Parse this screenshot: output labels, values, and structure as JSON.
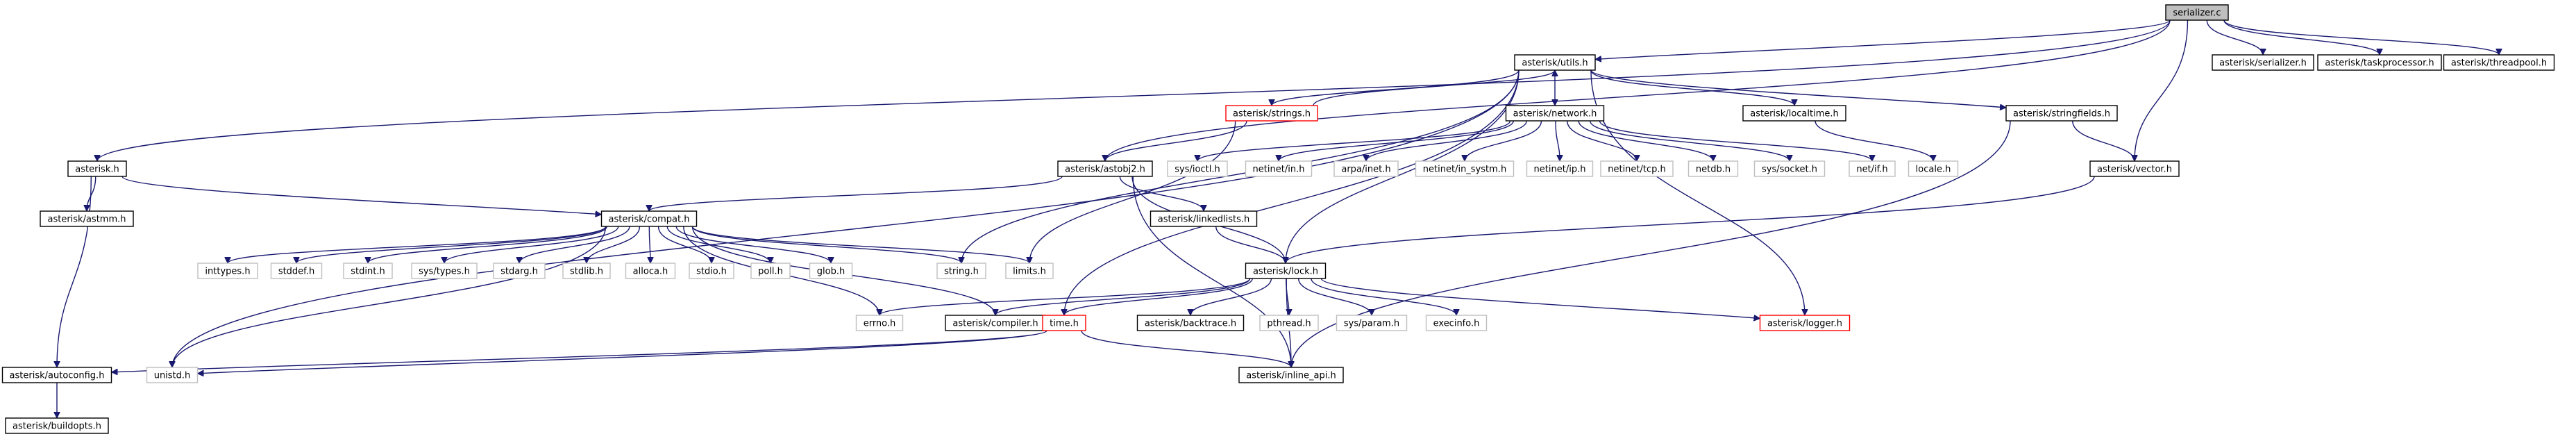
{
  "diagram": {
    "title": "",
    "nodes": [
      {
        "id": "serializer_c",
        "label": "serializer.c",
        "style": "root"
      },
      {
        "id": "utils_h",
        "label": "asterisk/utils.h",
        "style": "doc"
      },
      {
        "id": "ast_serializer_h",
        "label": "asterisk/serializer.h",
        "style": "doc"
      },
      {
        "id": "taskprocessor_h",
        "label": "asterisk/taskprocessor.h",
        "style": "doc"
      },
      {
        "id": "threadpool_h",
        "label": "asterisk/threadpool.h",
        "style": "doc"
      },
      {
        "id": "strings_h",
        "label": "asterisk/strings.h",
        "style": "trunc"
      },
      {
        "id": "network_h",
        "label": "asterisk/network.h",
        "style": "doc"
      },
      {
        "id": "localtime_h",
        "label": "asterisk/localtime.h",
        "style": "doc"
      },
      {
        "id": "stringfields_h",
        "label": "asterisk/stringfields.h",
        "style": "doc"
      },
      {
        "id": "asterisk_h",
        "label": "asterisk.h",
        "style": "doc"
      },
      {
        "id": "astobj2_h",
        "label": "asterisk/astobj2.h",
        "style": "doc"
      },
      {
        "id": "sys_ioctl_h",
        "label": "sys/ioctl.h",
        "style": "sys"
      },
      {
        "id": "netinet_in_h",
        "label": "netinet/in.h",
        "style": "sys"
      },
      {
        "id": "arpa_inet_h",
        "label": "arpa/inet.h",
        "style": "sys"
      },
      {
        "id": "netinet_in_systm_h",
        "label": "netinet/in_systm.h",
        "style": "sys"
      },
      {
        "id": "netinet_ip_h",
        "label": "netinet/ip.h",
        "style": "sys"
      },
      {
        "id": "netinet_tcp_h",
        "label": "netinet/tcp.h",
        "style": "sys"
      },
      {
        "id": "netdb_h",
        "label": "netdb.h",
        "style": "sys"
      },
      {
        "id": "sys_socket_h",
        "label": "sys/socket.h",
        "style": "sys"
      },
      {
        "id": "net_if_h",
        "label": "net/if.h",
        "style": "sys"
      },
      {
        "id": "locale_h",
        "label": "locale.h",
        "style": "sys"
      },
      {
        "id": "vector_h",
        "label": "asterisk/vector.h",
        "style": "doc"
      },
      {
        "id": "astmm_h",
        "label": "asterisk/astmm.h",
        "style": "doc"
      },
      {
        "id": "compat_h",
        "label": "asterisk/compat.h",
        "style": "doc"
      },
      {
        "id": "linkedlists_h",
        "label": "asterisk/linkedlists.h",
        "style": "doc"
      },
      {
        "id": "inttypes_h",
        "label": "inttypes.h",
        "style": "sys"
      },
      {
        "id": "stddef_h",
        "label": "stddef.h",
        "style": "sys"
      },
      {
        "id": "stdint_h",
        "label": "stdint.h",
        "style": "sys"
      },
      {
        "id": "sys_types_h",
        "label": "sys/types.h",
        "style": "sys"
      },
      {
        "id": "stdarg_h",
        "label": "stdarg.h",
        "style": "sys"
      },
      {
        "id": "stdlib_h",
        "label": "stdlib.h",
        "style": "sys"
      },
      {
        "id": "alloca_h",
        "label": "alloca.h",
        "style": "sys"
      },
      {
        "id": "stdio_h",
        "label": "stdio.h",
        "style": "sys"
      },
      {
        "id": "poll_h",
        "label": "poll.h",
        "style": "sys"
      },
      {
        "id": "glob_h",
        "label": "glob.h",
        "style": "sys"
      },
      {
        "id": "string_h",
        "label": "string.h",
        "style": "sys"
      },
      {
        "id": "limits_h",
        "label": "limits.h",
        "style": "sys"
      },
      {
        "id": "lock_h",
        "label": "asterisk/lock.h",
        "style": "doc"
      },
      {
        "id": "errno_h",
        "label": "errno.h",
        "style": "sys"
      },
      {
        "id": "compiler_h",
        "label": "asterisk/compiler.h",
        "style": "doc"
      },
      {
        "id": "time_h",
        "label": "time.h",
        "style": "trunc"
      },
      {
        "id": "backtrace_h",
        "label": "asterisk/backtrace.h",
        "style": "doc"
      },
      {
        "id": "pthread_h",
        "label": "pthread.h",
        "style": "sys"
      },
      {
        "id": "sys_param_h",
        "label": "sys/param.h",
        "style": "sys"
      },
      {
        "id": "execinfo_h",
        "label": "execinfo.h",
        "style": "sys"
      },
      {
        "id": "logger_h",
        "label": "asterisk/logger.h",
        "style": "trunc"
      },
      {
        "id": "autoconfig_h",
        "label": "asterisk/autoconfig.h",
        "style": "doc"
      },
      {
        "id": "unistd_h",
        "label": "unistd.h",
        "style": "sys"
      },
      {
        "id": "inline_api_h",
        "label": "asterisk/inline_api.h",
        "style": "doc"
      },
      {
        "id": "buildopts_h",
        "label": "asterisk/buildopts.h",
        "style": "doc"
      }
    ],
    "edges": [
      [
        "serializer_c",
        "utils_h"
      ],
      [
        "serializer_c",
        "ast_serializer_h"
      ],
      [
        "serializer_c",
        "taskprocessor_h"
      ],
      [
        "serializer_c",
        "threadpool_h"
      ],
      [
        "serializer_c",
        "asterisk_h"
      ],
      [
        "serializer_c",
        "astobj2_h"
      ],
      [
        "serializer_c",
        "vector_h"
      ],
      [
        "utils_h",
        "network_h"
      ],
      [
        "utils_h",
        "localtime_h"
      ],
      [
        "utils_h",
        "stringfields_h"
      ],
      [
        "utils_h",
        "strings_h"
      ],
      [
        "utils_h",
        "string_h"
      ],
      [
        "utils_h",
        "unistd_h"
      ],
      [
        "utils_h",
        "time_h"
      ],
      [
        "utils_h",
        "lock_h"
      ],
      [
        "utils_h",
        "logger_h"
      ],
      [
        "strings_h",
        "utils_h"
      ],
      [
        "strings_h",
        "astobj2_h"
      ],
      [
        "strings_h",
        "limits_h"
      ],
      [
        "network_h",
        "sys_ioctl_h"
      ],
      [
        "network_h",
        "netinet_in_h"
      ],
      [
        "network_h",
        "arpa_inet_h"
      ],
      [
        "network_h",
        "netinet_in_systm_h"
      ],
      [
        "network_h",
        "netinet_ip_h"
      ],
      [
        "network_h",
        "netinet_tcp_h"
      ],
      [
        "network_h",
        "netdb_h"
      ],
      [
        "network_h",
        "sys_socket_h"
      ],
      [
        "network_h",
        "net_if_h"
      ],
      [
        "localtime_h",
        "locale_h"
      ],
      [
        "stringfields_h",
        "vector_h"
      ],
      [
        "stringfields_h",
        "inline_api_h"
      ],
      [
        "asterisk_h",
        "astmm_h"
      ],
      [
        "asterisk_h",
        "compat_h"
      ],
      [
        "asterisk_h",
        "autoconfig_h"
      ],
      [
        "astobj2_h",
        "compat_h"
      ],
      [
        "astobj2_h",
        "linkedlists_h"
      ],
      [
        "astobj2_h",
        "lock_h"
      ],
      [
        "astobj2_h",
        "inline_api_h"
      ],
      [
        "vector_h",
        "lock_h"
      ],
      [
        "linkedlists_h",
        "lock_h"
      ],
      [
        "compat_h",
        "inttypes_h"
      ],
      [
        "compat_h",
        "stddef_h"
      ],
      [
        "compat_h",
        "stdint_h"
      ],
      [
        "compat_h",
        "sys_types_h"
      ],
      [
        "compat_h",
        "stdarg_h"
      ],
      [
        "compat_h",
        "stdlib_h"
      ],
      [
        "compat_h",
        "alloca_h"
      ],
      [
        "compat_h",
        "stdio_h"
      ],
      [
        "compat_h",
        "poll_h"
      ],
      [
        "compat_h",
        "glob_h"
      ],
      [
        "compat_h",
        "string_h"
      ],
      [
        "compat_h",
        "limits_h"
      ],
      [
        "compat_h",
        "errno_h"
      ],
      [
        "compat_h",
        "compiler_h"
      ],
      [
        "compat_h",
        "unistd_h"
      ],
      [
        "lock_h",
        "errno_h"
      ],
      [
        "lock_h",
        "compiler_h"
      ],
      [
        "lock_h",
        "time_h"
      ],
      [
        "lock_h",
        "backtrace_h"
      ],
      [
        "lock_h",
        "pthread_h"
      ],
      [
        "lock_h",
        "sys_param_h"
      ],
      [
        "lock_h",
        "execinfo_h"
      ],
      [
        "lock_h",
        "logger_h"
      ],
      [
        "lock_h",
        "inline_api_h"
      ],
      [
        "time_h",
        "autoconfig_h"
      ],
      [
        "time_h",
        "unistd_h"
      ],
      [
        "time_h",
        "inline_api_h"
      ],
      [
        "autoconfig_h",
        "buildopts_h"
      ]
    ],
    "colors": {
      "edge": "#191970",
      "root_fill": "#bfbfbf",
      "doc_border": "#000000",
      "sys_border": "#bfbfbf",
      "trunc_border": "#ff0000",
      "background": "#ffffff"
    }
  }
}
